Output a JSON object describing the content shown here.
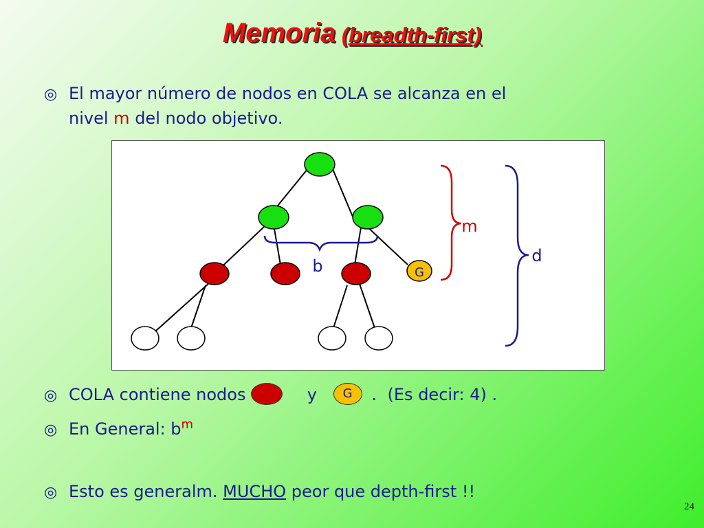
{
  "title": {
    "main": "Memoria",
    "sub": "(breadth-first)"
  },
  "bullets": {
    "b1_line1": "El mayor número de nodos en COLA se alcanza en el",
    "b1_line2_a": "nivel",
    "b1_line2_m": "m",
    "b1_line2_b": "del nodo objetivo.",
    "b2_a": "COLA contiene nodos",
    "b2_y": "y",
    "b2_dot": ".",
    "b2_paren": "(Es decir: 4)",
    "b2_end": ".",
    "b3_a": "En General: b",
    "b3_sup": "m",
    "b4_a": "Esto es generalm.",
    "b4_mucho": "MUCHO",
    "b4_b": "peor que depth-first !!"
  },
  "diagram": {
    "goal_label": "G",
    "b_label": "b",
    "m_label": "m",
    "d_label": "d"
  },
  "colors": {
    "green_node": "#18e010",
    "red_node": "#cc0000",
    "goal_node": "#f7c000",
    "empty_node": "#ffffff",
    "title": "#e8120c",
    "text": "#1b1b8f"
  },
  "bullet_icon": "concentric-circle-bullet-icon",
  "page_number": "24"
}
